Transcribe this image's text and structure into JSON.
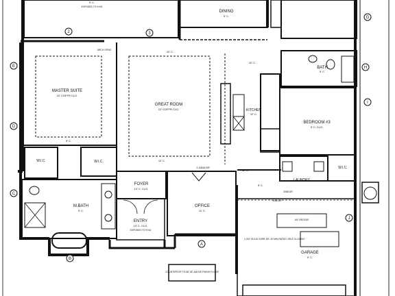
{
  "rooms": {
    "top_room_a": "9' C.",
    "top_room_a_note": "EXPOSED TO 9 NO",
    "dining": "DINING",
    "dining_dim": "9' C.",
    "master_suite": "MASTER SUITE",
    "master_suite_dim": "10' COFFR CLG.",
    "great_room": "GREAT ROOM",
    "great_room_dim": "12' COFFR CLG.",
    "kitchen": "KITCHEN",
    "kitchen_dim": "12' C.",
    "bath": "BATH",
    "bath_dim": "9' C.",
    "bedroom3": "BEDROOM #3",
    "bedroom3_dim": "9' C. CLG.",
    "wic_left": "W.I.C.",
    "wic_mid": "W.I.C.",
    "wic_right": "W.I.C.",
    "foyer": "FOYER",
    "foyer_dim": "13' C. CLG.",
    "entry": "ENTRY",
    "entry_dim": "13' C. CLG.",
    "entry_note": "EXPOSED TO 9 NO",
    "office": "OFFICE",
    "office_dim": "11' C.",
    "mbath": "M.BATH",
    "mbath_dim": "9' C.",
    "laundry": "LAUNDRY",
    "garage": "GARAGE",
    "garage_dim": "9' C."
  },
  "annotations": {
    "c12a": "12' C.",
    "c12b": "12' C.",
    "c12c": "12' C.",
    "c9a": "9' C.",
    "c9b": "9' C.",
    "c12d": "12' C.",
    "opening_top": "ARCH OPNG",
    "opening_office": "2-3468 DR",
    "opening_laundry": "3068 DR",
    "opening_garage": "3068 DR",
    "fire_door_note": "1-3/4\" SOLID CORE DR, 20 MIN RATED, SELF CLOSING",
    "stair_note": "A/C RECESS",
    "counter_note": "COUNTERTOP TO BE 36\" ABOVE FINISH FLOOR"
  },
  "markers": [
    "2",
    "3",
    "E",
    "D",
    "C",
    "B",
    "A",
    "G",
    "H",
    "I",
    "J"
  ]
}
